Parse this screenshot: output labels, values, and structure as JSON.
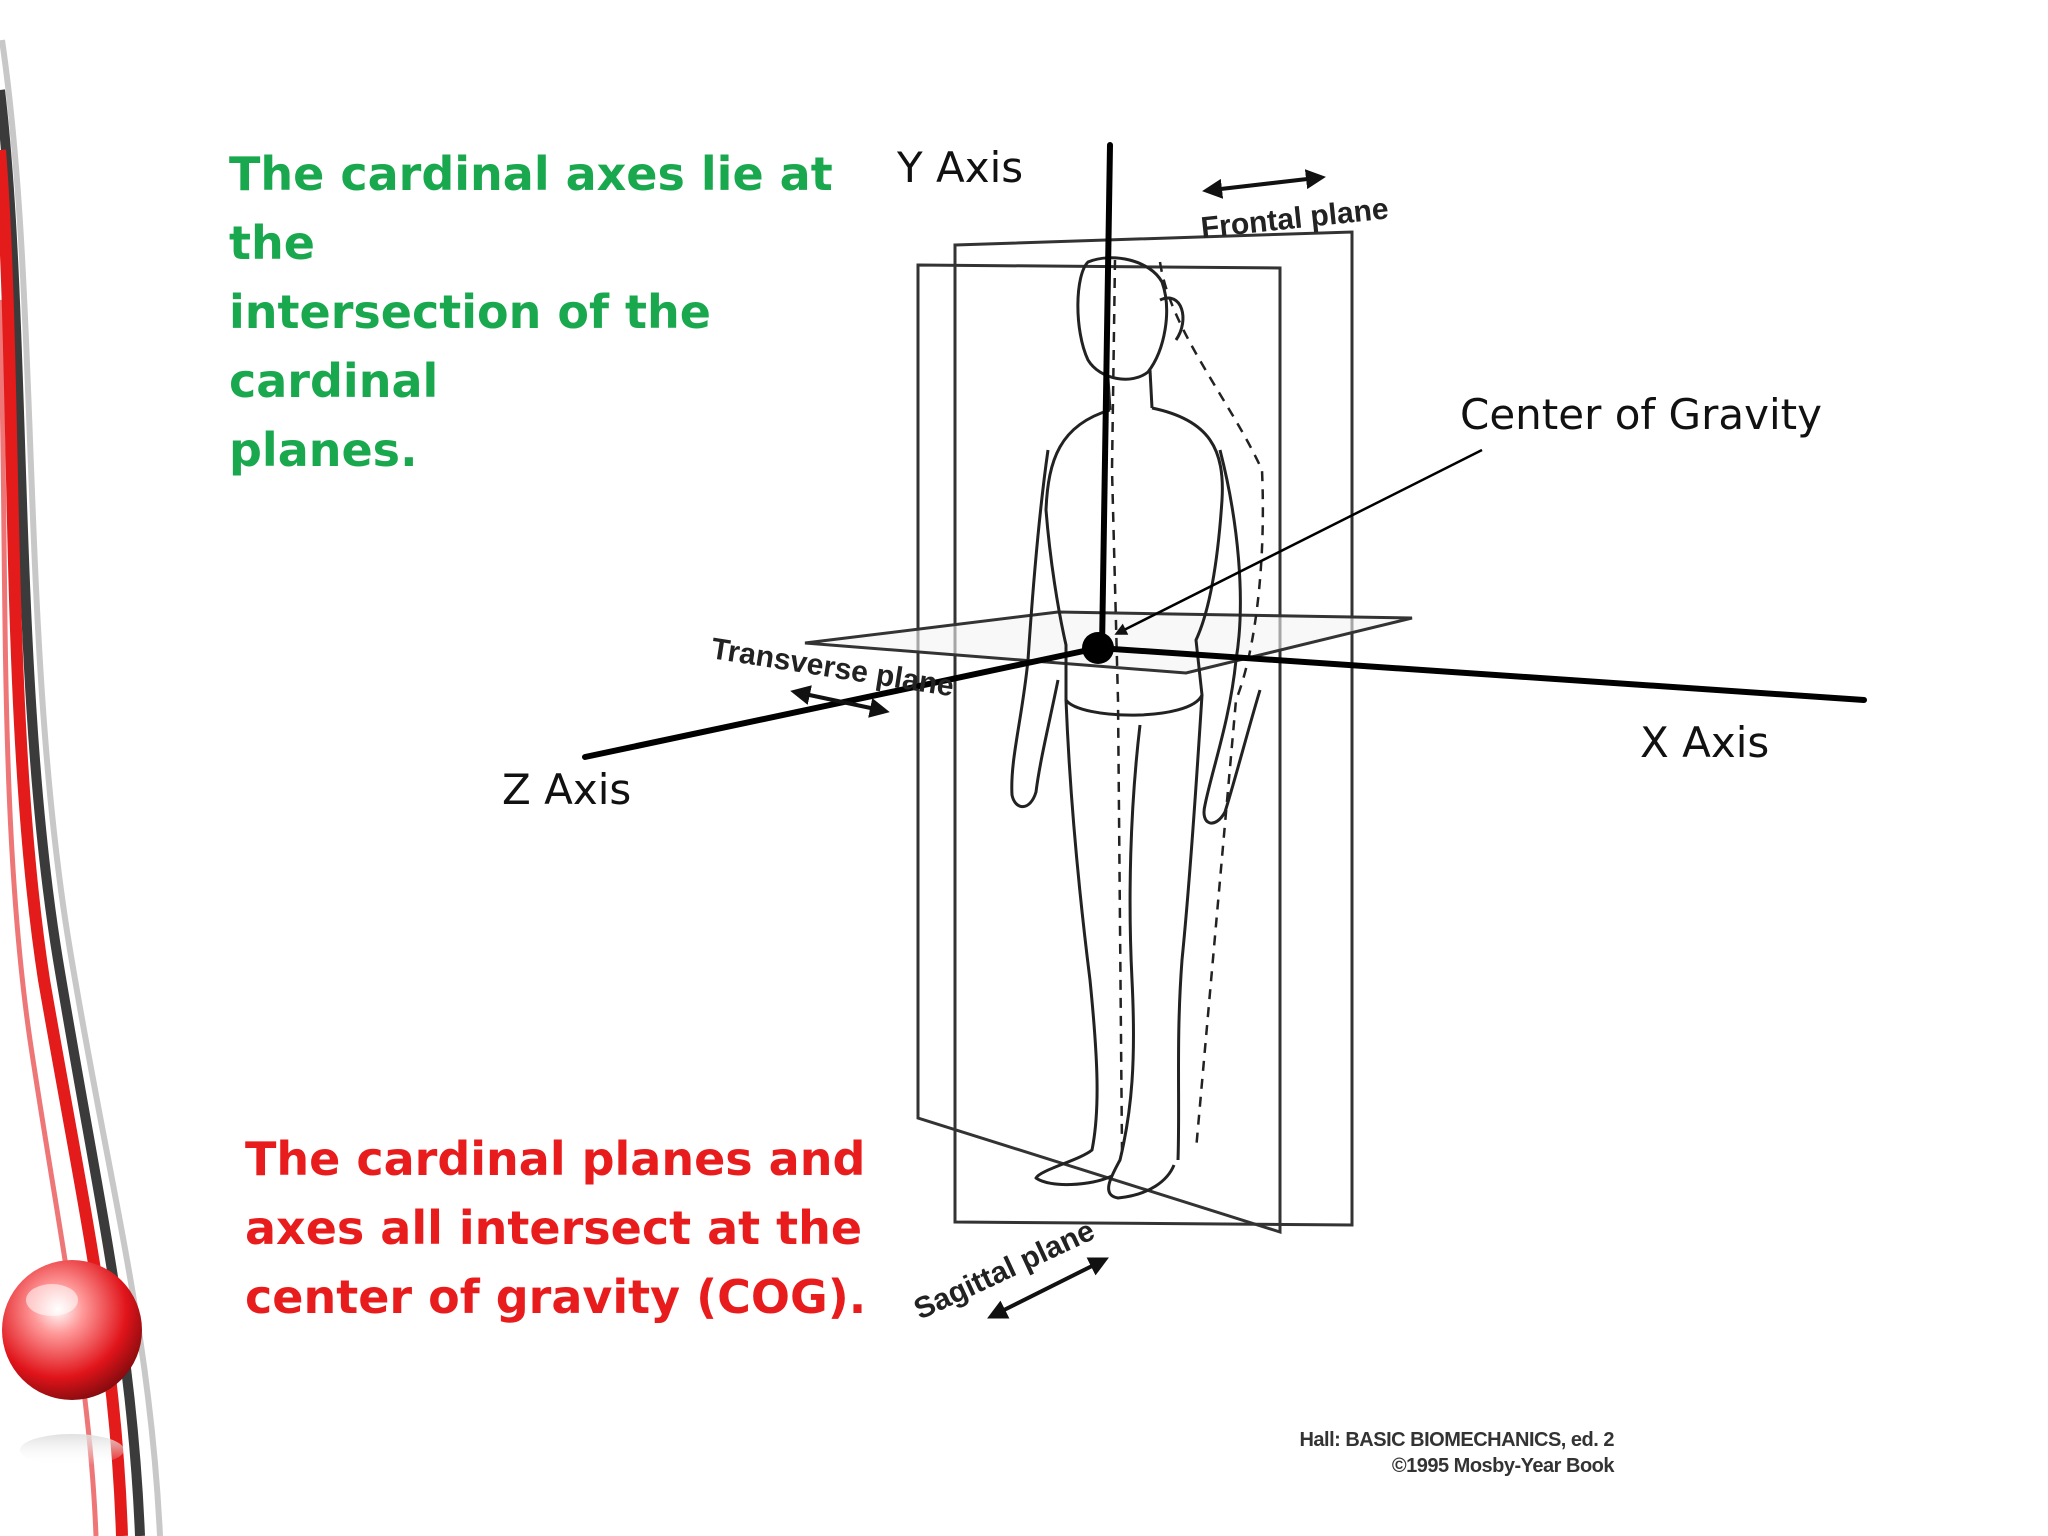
{
  "text": {
    "top_note_lines": [
      "The cardinal axes lie at the",
      "intersection of the cardinal",
      "planes."
    ],
    "bottom_note_lines": [
      "The cardinal planes and",
      "axes all intersect at the",
      "center of gravity (COG)."
    ]
  },
  "labels": {
    "y_axis": "Y Axis",
    "z_axis": "Z Axis",
    "x_axis": "X Axis",
    "center_of_gravity": "Center of Gravity",
    "frontal_plane": "Frontal plane",
    "transverse_plane": "Transverse plane",
    "sagittal_plane": "Sagittal plane"
  },
  "citation": {
    "line1": "Hall: BASIC BIOMECHANICS, ed. 2",
    "line2": "©1995 Mosby-Year Book"
  },
  "colors": {
    "top_note": "#1aa84f",
    "bottom_note": "#e81c1c",
    "accent_red": "#e31b1b",
    "accent_dark": "#3b3b3b"
  }
}
